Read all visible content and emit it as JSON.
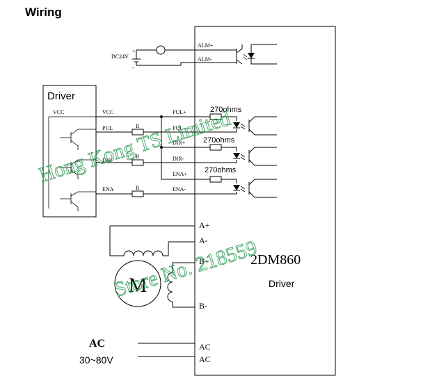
{
  "page": {
    "title": "Wiring"
  },
  "left_driver": {
    "title": "Driver",
    "signals": [
      "VCC",
      "VCC",
      "PUL",
      "DIR",
      "ENA"
    ],
    "resistor": "R"
  },
  "supply": {
    "label": "DC24V",
    "plus": "+",
    "minus": "-"
  },
  "alarm": {
    "plus": "ALM+",
    "minus": "ALM-"
  },
  "inputs": {
    "pul_plus": "PUL+",
    "pul_minus": "PUL-",
    "dir_plus": "DIR+",
    "dir_minus": "DIR-",
    "ena_plus": "ENA+",
    "ena_minus": "ENA-",
    "res1": "270ohms",
    "res2": "270ohms",
    "res3": "270ohms"
  },
  "motor": {
    "label": "M",
    "a_plus": "A+",
    "a_minus": "A-",
    "b_plus": "B+",
    "b_minus": "B-"
  },
  "model": {
    "name": "2DM860",
    "sub": "Driver"
  },
  "ac": {
    "title": "AC",
    "range": "30~80V",
    "t1": "AC",
    "t2": "AC"
  },
  "watermark": {
    "line1": "Hong Kong TS Limited",
    "line2": "Store No. 218559"
  },
  "colors": {
    "line": "#000000",
    "watermark": "#2e9b54"
  }
}
